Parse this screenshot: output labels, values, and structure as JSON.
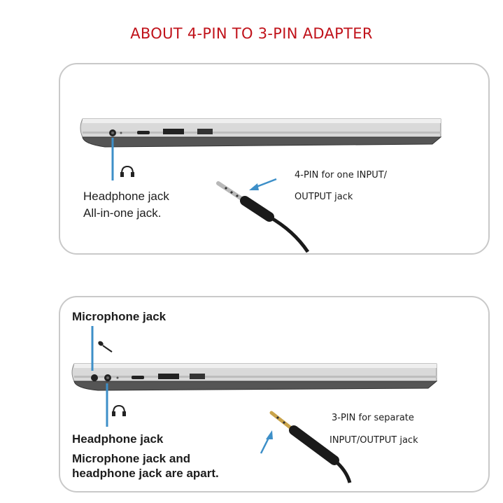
{
  "title": "ABOUT 4-PIN TO 3-PIN ADAPTER",
  "top_panel": {
    "jack_label": "Headphone jack",
    "jack_sublabel": "All-in-one jack.",
    "cable_label_line1": "4-PIN for one INPUT/",
    "cable_label_line2": "OUTPUT jack",
    "icons": [
      "headphone-icon"
    ]
  },
  "bottom_panel": {
    "mic_label": "Microphone jack",
    "headphone_label": "Headphone jack",
    "note_line1": "Microphone jack and",
    "note_line2": "headphone jack are apart.",
    "cable_label_line1": "3-PIN for separate",
    "cable_label_line2": "INPUT/OUTPUT jack",
    "icons": [
      "microphone-icon",
      "headphone-icon"
    ]
  },
  "colors": {
    "title": "#c0121a",
    "arrow": "#3d8fc8",
    "panel_border": "#c9c9c9"
  }
}
